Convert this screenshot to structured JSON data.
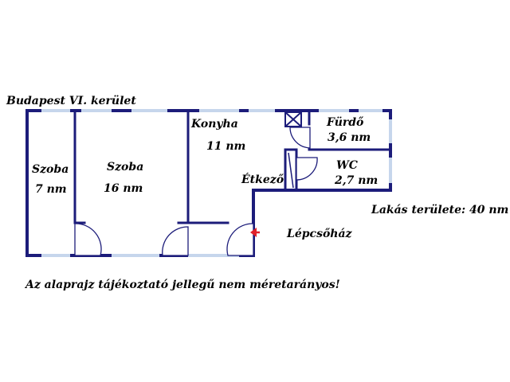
{
  "header": {
    "location": "Budapest VI. kerület"
  },
  "rooms": {
    "szoba_small": {
      "name": "Szoba",
      "area": "7 nm"
    },
    "szoba_large": {
      "name": "Szoba",
      "area": "16 nm"
    },
    "konyha": {
      "name": "Konyha",
      "area": "11 nm"
    },
    "etkezo": {
      "name": "Étkező"
    },
    "furdo": {
      "name": "Fürdő",
      "area": "3,6 nm"
    },
    "wc": {
      "name": "WC",
      "area": "2,7 nm"
    },
    "lepcsohaz": {
      "name": "Lépcsőház"
    }
  },
  "total_area": "Lakás területe: 40 nm",
  "disclaimer": "Az alaprajz tájékoztató jellegű nem méretarányos!",
  "colors": {
    "wall": "#1c1c7a",
    "window": "#c6d6ec",
    "entry_arrow": "#e0202a"
  },
  "icons": {
    "entry": "left-arrow-icon",
    "chimney": "crossed-box-icon"
  }
}
